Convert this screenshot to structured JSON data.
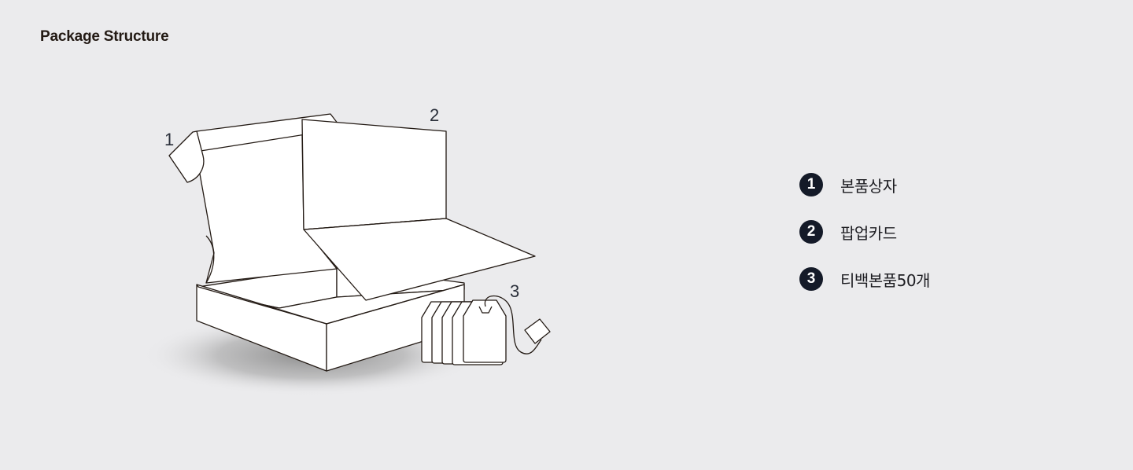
{
  "header": {
    "title": "Package Structure"
  },
  "diagram": {
    "callouts": [
      "1",
      "2",
      "3"
    ],
    "colors": {
      "line": "#231a14",
      "surface": "#ffffff",
      "shadow": "#8a8a8a",
      "background": "#ebebed"
    }
  },
  "legend": {
    "items": [
      {
        "number": "1",
        "label": "본품상자"
      },
      {
        "number": "2",
        "label": "팝업카드"
      },
      {
        "number": "3",
        "label": "티백본품50개"
      }
    ],
    "badge_color": "#141a28"
  }
}
